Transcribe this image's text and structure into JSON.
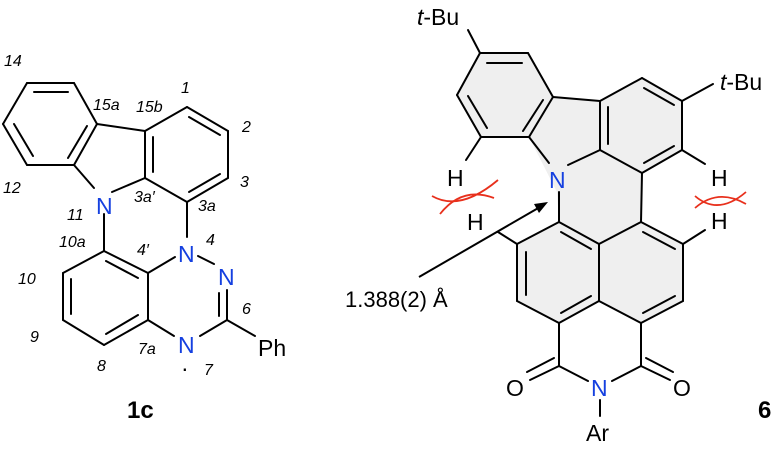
{
  "figure": {
    "compounds": [
      {
        "id": "1c",
        "label": "1c",
        "atoms": {
          "N11": "N",
          "N4": "N",
          "N5": "N",
          "N7": "N",
          "substituent": "Ph",
          "radical": "·"
        },
        "locants": [
          "1",
          "2",
          "3",
          "3a",
          "3a′",
          "4",
          "4′",
          "6",
          "7",
          "7a",
          "8",
          "9",
          "10",
          "10a",
          "11",
          "12",
          "14",
          "15a",
          "15b"
        ]
      },
      {
        "id": "6",
        "label": "6",
        "substituents": {
          "tBu_left": "t-Bu",
          "tBu_right": "t-Bu",
          "imide_N_substituent": "Ar"
        },
        "atoms": {
          "N_carbazole": "N",
          "N_imide": "N",
          "O_left": "O",
          "O_right": "O",
          "H1": "H",
          "H2": "H",
          "H3": "H",
          "H4": "H"
        },
        "bond_length_annotation": "1.388(2) Å",
        "colors": {
          "nitrogen": "#1540e0",
          "strain_marker": "#e8301c",
          "shading": "#efefef"
        }
      }
    ]
  },
  "labels": {
    "l1": "1",
    "l2": "2",
    "l3": "3",
    "l3a": "3a",
    "l3ap": "3a′",
    "l4": "4",
    "l4p": "4′",
    "l6": "6",
    "l7": "7",
    "l7a": "7a",
    "l8": "8",
    "l9": "9",
    "l10": "10",
    "l10a": "10a",
    "l11": "11",
    "l12": "12",
    "l14": "14",
    "l15a": "15a",
    "l15b": "15b",
    "N": "N",
    "Ph": "Ph",
    "radical": "·",
    "c1c": "1c",
    "tBu_t": "t",
    "tBu_Bu": "-Bu",
    "H": "H",
    "O": "O",
    "Ar": "Ar",
    "measure": "1.388(2) Å",
    "c6": "6"
  }
}
